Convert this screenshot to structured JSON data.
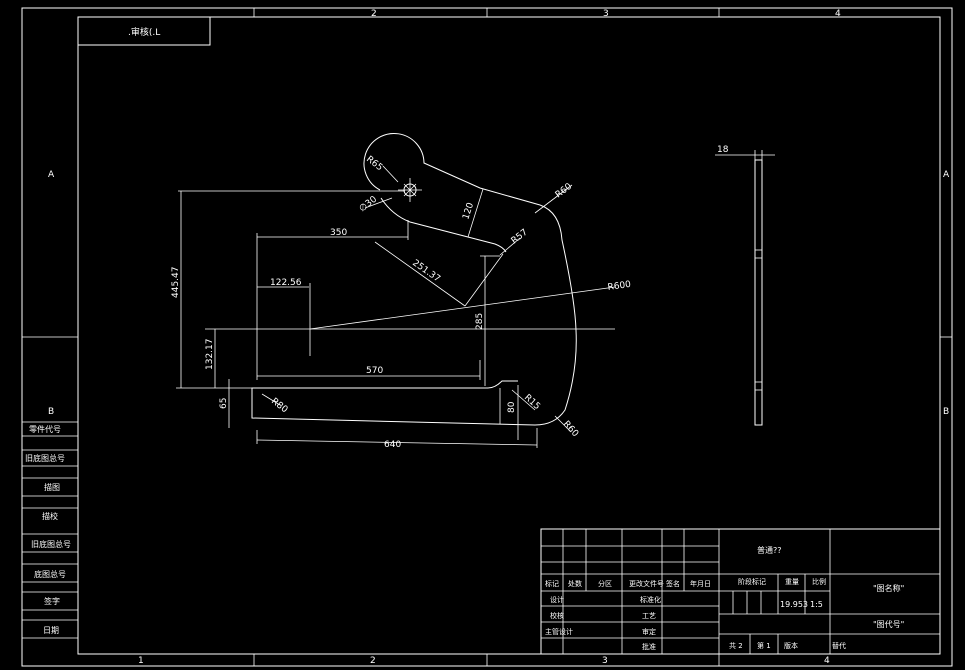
{
  "sheet": {
    "zone_columns": [
      "1",
      "2",
      "3",
      "4"
    ],
    "zone_rows": [
      "A",
      "B"
    ],
    "corner_tag": ".审核(.L"
  },
  "dimensions": {
    "r65": "R65",
    "dia30": "∅30",
    "d120": "120",
    "r60_top": "R60",
    "d350": "350",
    "r57": "R57",
    "d251": "251.37",
    "d4454": "445.47",
    "d122": "122.56",
    "r600": "R600",
    "d285": "285",
    "d132": "132.17",
    "d570": "570",
    "d65": "65",
    "r80": "R80",
    "d80": "80",
    "r15": "R15",
    "r60_bot": "R60",
    "d640": "640",
    "d18": "18"
  },
  "left_strip": [
    "零件代号",
    "旧底图总号",
    "描图",
    "描校",
    "旧底图总号",
    "底图总号",
    "签字",
    "日期"
  ],
  "title_block": {
    "material": "普通??",
    "rev_headers": [
      "标记",
      "处数",
      "分区",
      "更改文件号",
      "签名",
      "年月日"
    ],
    "roles_left": [
      "设计",
      "校核",
      "主管设计"
    ],
    "roles_right": [
      "标准化",
      "工艺",
      "审定",
      "批准"
    ],
    "stage_label": "阶段标记",
    "weight_label": "重量",
    "scale_label": "比例",
    "weight": "19.953",
    "scale": "1:5",
    "drawing_name": "\"图名称\"",
    "drawing_code": "\"图代号\"",
    "sheets_total": "共 2",
    "sheet_no": "第 1",
    "version": "版本",
    "replace": "替代"
  }
}
